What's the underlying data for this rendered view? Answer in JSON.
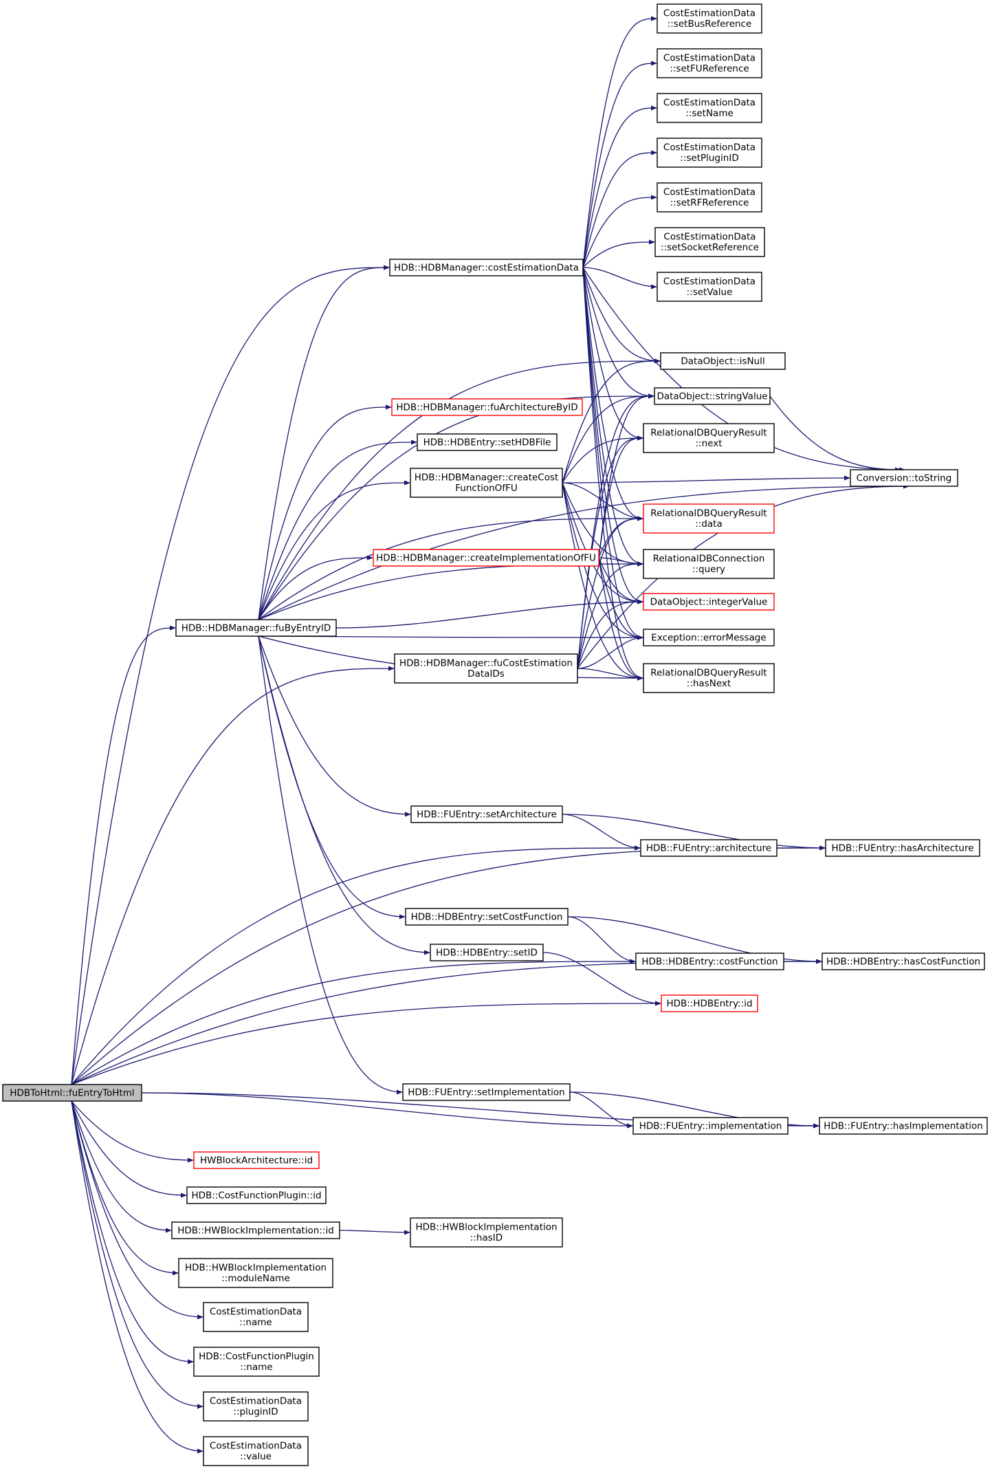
{
  "colors": {
    "edge": "#191970",
    "border_normal": "#000000",
    "border_red": "#ff0000",
    "root_fill": "#bfbfbf",
    "fill": "#ffffff",
    "text": "#000000"
  },
  "nodes": [
    {
      "id": "root",
      "lines": [
        "HDBToHtml::fuEntryToHtml"
      ],
      "style": "root"
    },
    {
      "id": "cedCE",
      "lines": [
        "HDB::HDBManager::costEstimationData"
      ],
      "style": "normal"
    },
    {
      "id": "setBus",
      "lines": [
        "CostEstimationData",
        "::setBusReference"
      ],
      "style": "normal"
    },
    {
      "id": "setFU",
      "lines": [
        "CostEstimationData",
        "::setFUReference"
      ],
      "style": "normal"
    },
    {
      "id": "setName",
      "lines": [
        "CostEstimationData",
        "::setName"
      ],
      "style": "normal"
    },
    {
      "id": "setPlugin",
      "lines": [
        "CostEstimationData",
        "::setPluginID"
      ],
      "style": "normal"
    },
    {
      "id": "setRF",
      "lines": [
        "CostEstimationData",
        "::setRFReference"
      ],
      "style": "normal"
    },
    {
      "id": "setSocket",
      "lines": [
        "CostEstimationData",
        "::setSocketReference"
      ],
      "style": "normal"
    },
    {
      "id": "setValue",
      "lines": [
        "CostEstimationData",
        "::setValue"
      ],
      "style": "normal"
    },
    {
      "id": "isNull",
      "lines": [
        "DataObject::isNull"
      ],
      "style": "normal"
    },
    {
      "id": "stringValue",
      "lines": [
        "DataObject::stringValue"
      ],
      "style": "normal"
    },
    {
      "id": "fuArch",
      "lines": [
        "HDB::HDBManager::fuArchitectureByID"
      ],
      "style": "red"
    },
    {
      "id": "setHDB",
      "lines": [
        "HDB::HDBEntry::setHDBFile"
      ],
      "style": "normal"
    },
    {
      "id": "next",
      "lines": [
        "RelationalDBQueryResult",
        "::next"
      ],
      "style": "normal"
    },
    {
      "id": "createCost",
      "lines": [
        "HDB::HDBManager::createCost",
        "FunctionOfFU"
      ],
      "style": "normal"
    },
    {
      "id": "toString",
      "lines": [
        "Conversion::toString"
      ],
      "style": "normal"
    },
    {
      "id": "data",
      "lines": [
        "RelationalDBQueryResult",
        "::data"
      ],
      "style": "red"
    },
    {
      "id": "createImpl",
      "lines": [
        "HDB::HDBManager::createImplementationOfFU"
      ],
      "style": "red"
    },
    {
      "id": "query",
      "lines": [
        "RelationalDBConnection",
        "::query"
      ],
      "style": "normal"
    },
    {
      "id": "fuByEntry",
      "lines": [
        "HDB::HDBManager::fuByEntryID"
      ],
      "style": "normal"
    },
    {
      "id": "intValue",
      "lines": [
        "DataObject::integerValue"
      ],
      "style": "red"
    },
    {
      "id": "errMsg",
      "lines": [
        "Exception::errorMessage"
      ],
      "style": "normal"
    },
    {
      "id": "fuCostEst",
      "lines": [
        "HDB::HDBManager::fuCostEstimation",
        "DataIDs"
      ],
      "style": "normal"
    },
    {
      "id": "hasNext",
      "lines": [
        "RelationalDBQueryResult",
        "::hasNext"
      ],
      "style": "normal"
    },
    {
      "id": "setArch",
      "lines": [
        "HDB::FUEntry::setArchitecture"
      ],
      "style": "normal"
    },
    {
      "id": "arch",
      "lines": [
        "HDB::FUEntry::architecture"
      ],
      "style": "normal"
    },
    {
      "id": "hasArch",
      "lines": [
        "HDB::FUEntry::hasArchitecture"
      ],
      "style": "normal"
    },
    {
      "id": "setCostFn",
      "lines": [
        "HDB::HDBEntry::setCostFunction"
      ],
      "style": "normal"
    },
    {
      "id": "setID",
      "lines": [
        "HDB::HDBEntry::setID"
      ],
      "style": "normal"
    },
    {
      "id": "costFn",
      "lines": [
        "HDB::HDBEntry::costFunction"
      ],
      "style": "normal"
    },
    {
      "id": "hasCostFn",
      "lines": [
        "HDB::HDBEntry::hasCostFunction"
      ],
      "style": "normal"
    },
    {
      "id": "entryId",
      "lines": [
        "HDB::HDBEntry::id"
      ],
      "style": "red"
    },
    {
      "id": "setImpl",
      "lines": [
        "HDB::FUEntry::setImplementation"
      ],
      "style": "normal"
    },
    {
      "id": "impl",
      "lines": [
        "HDB::FUEntry::implementation"
      ],
      "style": "normal"
    },
    {
      "id": "hasImpl",
      "lines": [
        "HDB::FUEntry::hasImplementation"
      ],
      "style": "normal"
    },
    {
      "id": "hwArchId",
      "lines": [
        "HWBlockArchitecture::id"
      ],
      "style": "red"
    },
    {
      "id": "cfpId",
      "lines": [
        "HDB::CostFunctionPlugin::id"
      ],
      "style": "normal"
    },
    {
      "id": "hwImplId",
      "lines": [
        "HDB::HWBlockImplementation::id"
      ],
      "style": "normal"
    },
    {
      "id": "hwHasID",
      "lines": [
        "HDB::HWBlockImplementation",
        "::hasID"
      ],
      "style": "normal"
    },
    {
      "id": "hwModName",
      "lines": [
        "HDB::HWBlockImplementation",
        "::moduleName"
      ],
      "style": "normal"
    },
    {
      "id": "cedName",
      "lines": [
        "CostEstimationData",
        "::name"
      ],
      "style": "normal"
    },
    {
      "id": "cfpName",
      "lines": [
        "HDB::CostFunctionPlugin",
        "::name"
      ],
      "style": "normal"
    },
    {
      "id": "cedPlugin",
      "lines": [
        "CostEstimationData",
        "::pluginID"
      ],
      "style": "normal"
    },
    {
      "id": "cedValue",
      "lines": [
        "CostEstimationData",
        "::value"
      ],
      "style": "normal"
    }
  ]
}
